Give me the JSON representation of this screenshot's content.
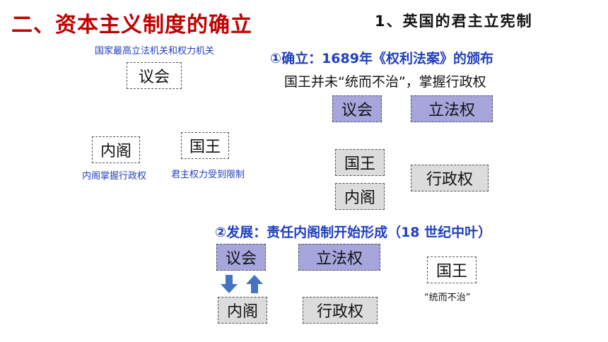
{
  "title": "二、资本主义制度的确立",
  "subtitle": "1、英国的君主立宪制",
  "left_panel": {
    "parliament_note": "国家最高立法机关和权力机关",
    "parliament": "议会",
    "cabinet": "内阁",
    "king": "国王",
    "cabinet_note": "内阁掌握行政权",
    "king_note": "君主权力受到限制"
  },
  "stage1": {
    "heading": "①确立：1689年《权利法案》的颁布",
    "desc": "国王并未“统而不治”，掌握行政权",
    "parliament": "议会",
    "legislative": "立法权",
    "king": "国王",
    "cabinet": "内阁",
    "executive": "行政权"
  },
  "stage2": {
    "heading": "②发展：责任内阁制开始形成（18 世纪中叶）",
    "parliament": "议会",
    "legislative": "立法权",
    "cabinet": "内阁",
    "executive": "行政权",
    "king": "国王",
    "king_quote": "“统而不治”"
  },
  "icons": {
    "down_arrow": "arrow-down-icon",
    "up_arrow": "arrow-up-icon",
    "arrow_color": "#4472c4"
  },
  "colors": {
    "title": "#c00000",
    "accent_text": "#1f3fbf",
    "purple_box": "#a6a6dd",
    "gray_box": "#dcdcdc"
  }
}
